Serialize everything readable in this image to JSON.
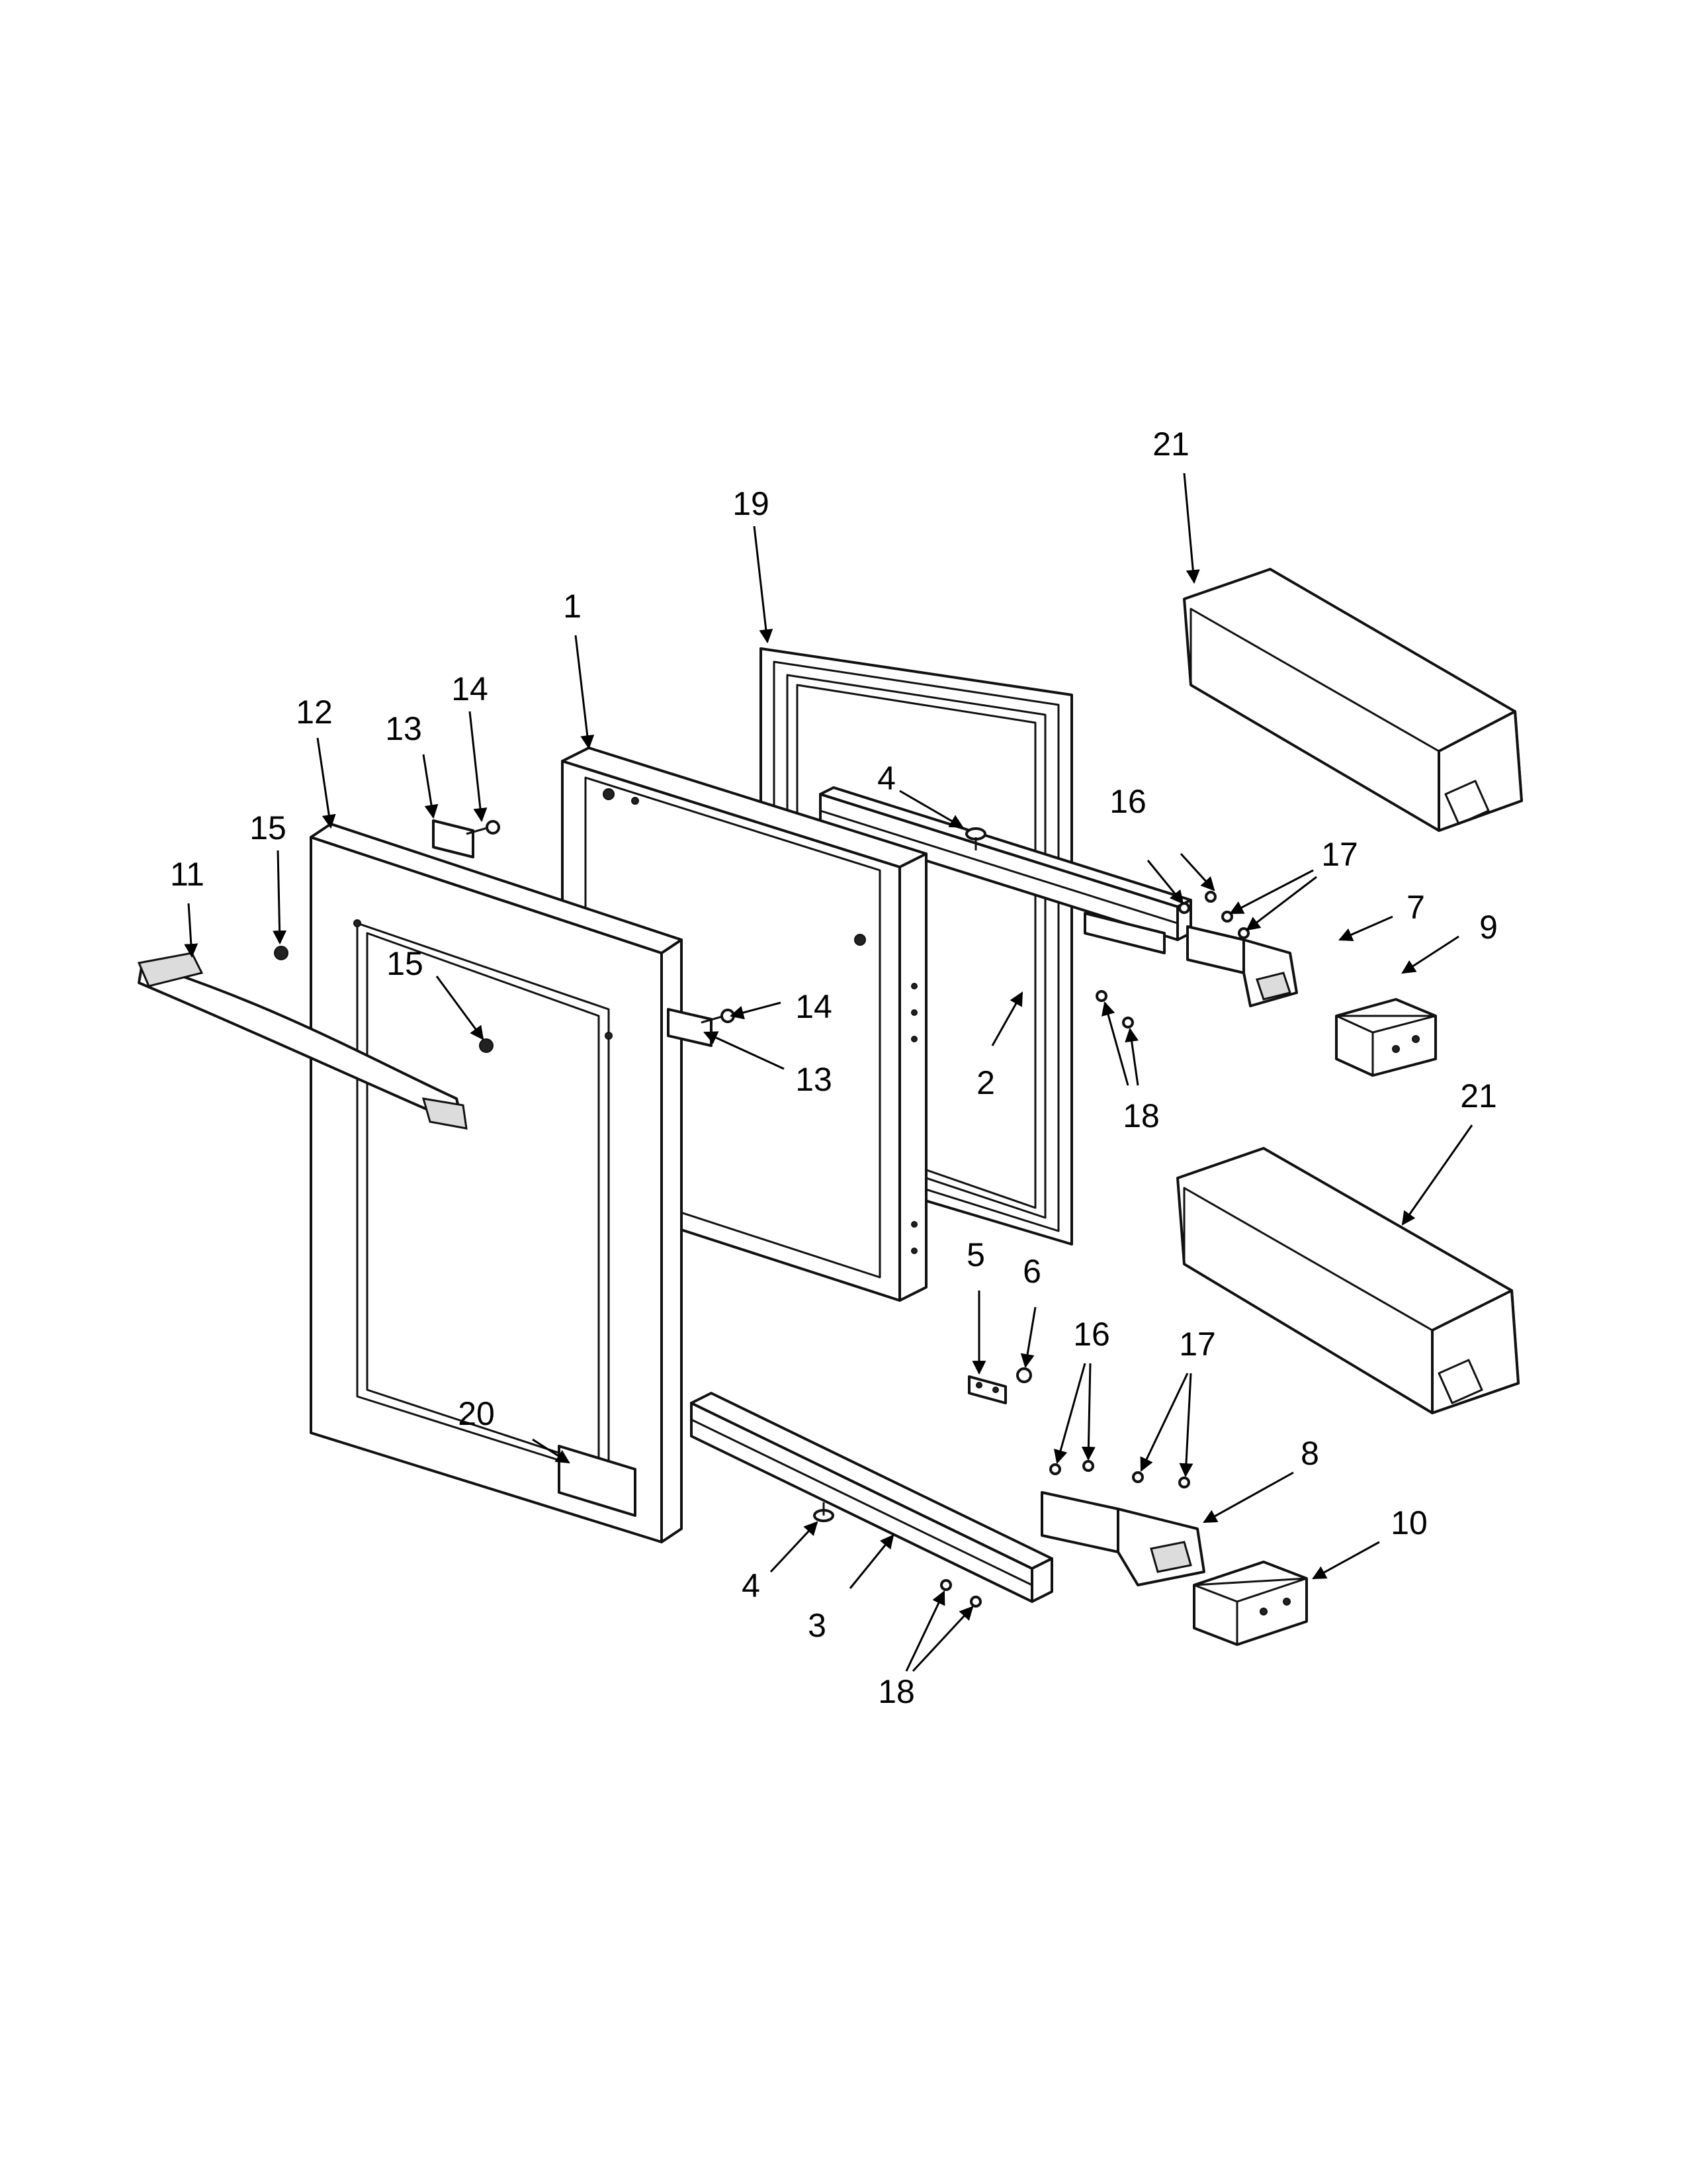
{
  "callouts": {
    "c1": "1",
    "c2": "2",
    "c3": "3",
    "c4a": "4",
    "c4b": "4",
    "c5": "5",
    "c6": "6",
    "c7": "7",
    "c8": "8",
    "c9": "9",
    "c10": "10",
    "c11": "11",
    "c12": "12",
    "c13a": "13",
    "c13b": "13",
    "c14a": "14",
    "c14b": "14",
    "c15a": "15",
    "c15b": "15",
    "c16a": "16",
    "c16b": "16",
    "c17a": "17",
    "c17b": "17",
    "c18a": "18",
    "c18b": "18",
    "c19": "19",
    "c20": "20",
    "c21a": "21",
    "c21b": "21"
  }
}
